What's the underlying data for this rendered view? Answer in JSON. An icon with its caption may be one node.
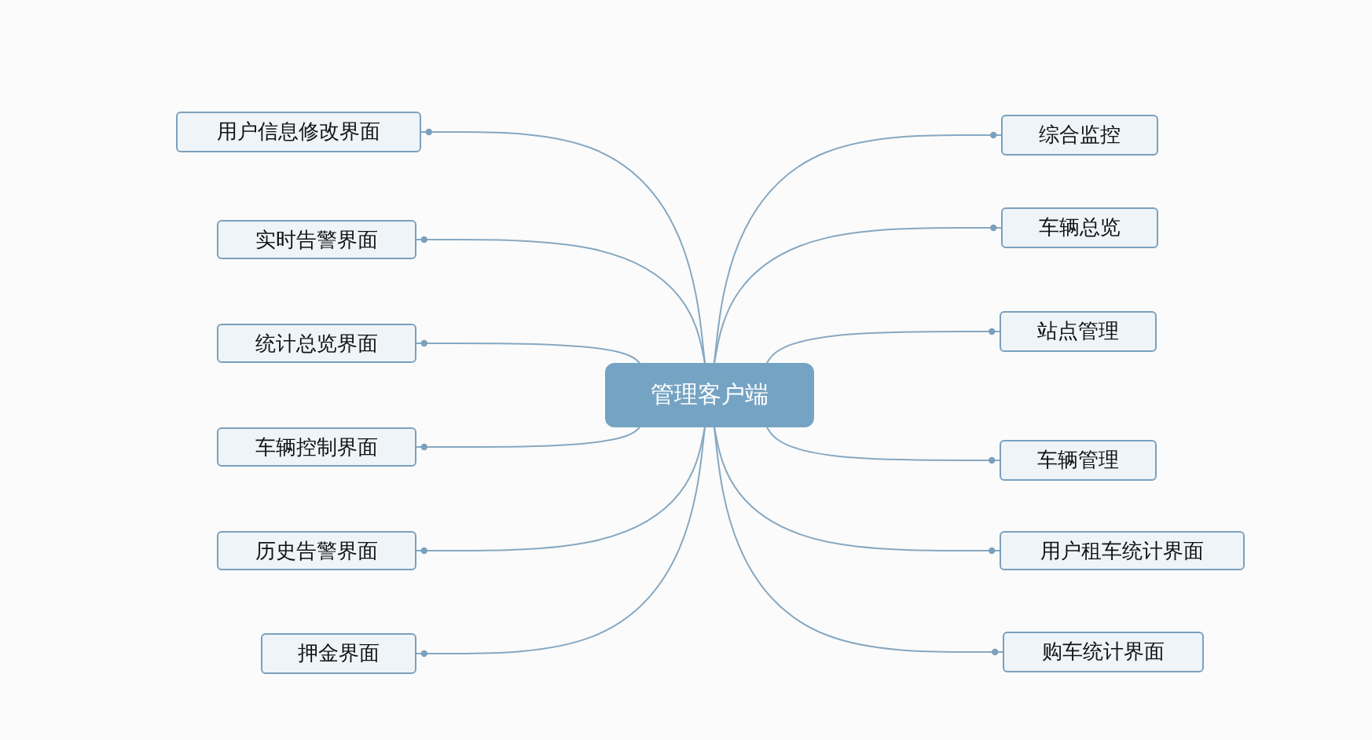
{
  "diagram": {
    "nodes": [
      {
        "text": [
          "管理客户端"
        ]
      },
      {
        "text": [
          "用户信息修改界面"
        ]
      },
      {
        "text": [
          "实时告警界面"
        ]
      },
      {
        "text": [
          "统计总览界面"
        ]
      },
      {
        "text": [
          "车辆控制界面"
        ]
      },
      {
        "text": [
          "历史告警界面"
        ]
      },
      {
        "text": [
          "押金界面"
        ]
      },
      {
        "text": [
          "综合监控"
        ]
      },
      {
        "text": [
          "车辆总览"
        ]
      },
      {
        "text": [
          "站点管理"
        ]
      },
      {
        "text": [
          "车辆管理"
        ]
      },
      {
        "text": [
          "用户租车统计界面"
        ]
      },
      {
        "text": [
          "购车统计界面"
        ]
      }
    ],
    "edges": [
      {
        "from": 0,
        "to": 1,
        "arrow": "other"
      },
      {
        "from": 0,
        "to": 2,
        "arrow": "other"
      },
      {
        "from": 0,
        "to": 3,
        "arrow": "other"
      },
      {
        "from": 0,
        "to": 4,
        "arrow": "other"
      },
      {
        "from": 0,
        "to": 5,
        "arrow": "other"
      },
      {
        "from": 0,
        "to": 6,
        "arrow": "other"
      },
      {
        "from": 0,
        "to": 7,
        "arrow": "other"
      },
      {
        "from": 0,
        "to": 8,
        "arrow": "other"
      },
      {
        "from": 0,
        "to": 9,
        "arrow": "other"
      },
      {
        "from": 0,
        "to": 10,
        "arrow": "other"
      },
      {
        "from": 0,
        "to": 11,
        "arrow": "other"
      },
      {
        "from": 0,
        "to": 12,
        "arrow": "other"
      }
    ]
  }
}
